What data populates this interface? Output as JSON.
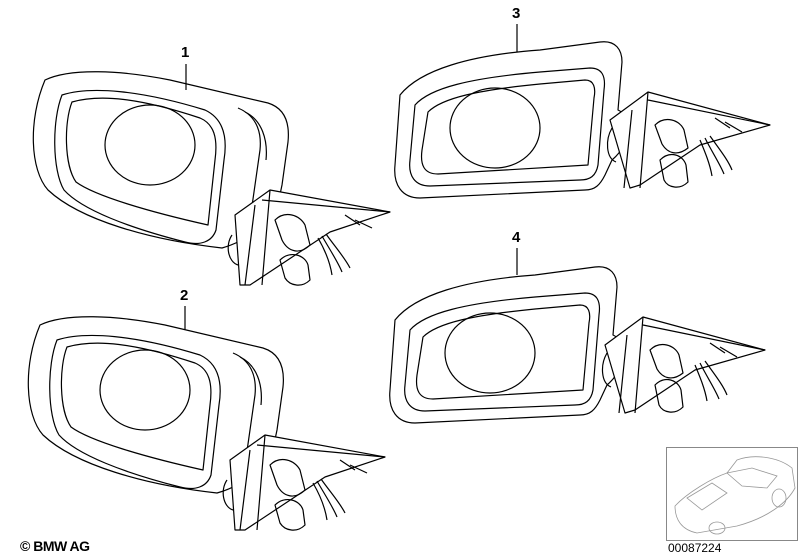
{
  "diagram": {
    "parts": [
      {
        "label": "1",
        "description_icon": "mirror-left-type-a"
      },
      {
        "label": "2",
        "description_icon": "mirror-left-type-a"
      },
      {
        "label": "3",
        "description_icon": "mirror-left-type-b"
      },
      {
        "label": "4",
        "description_icon": "mirror-left-type-b"
      }
    ],
    "copyright": "© BMW AG",
    "document_number": "00087224",
    "thumbnail_icon": "car-overview"
  }
}
